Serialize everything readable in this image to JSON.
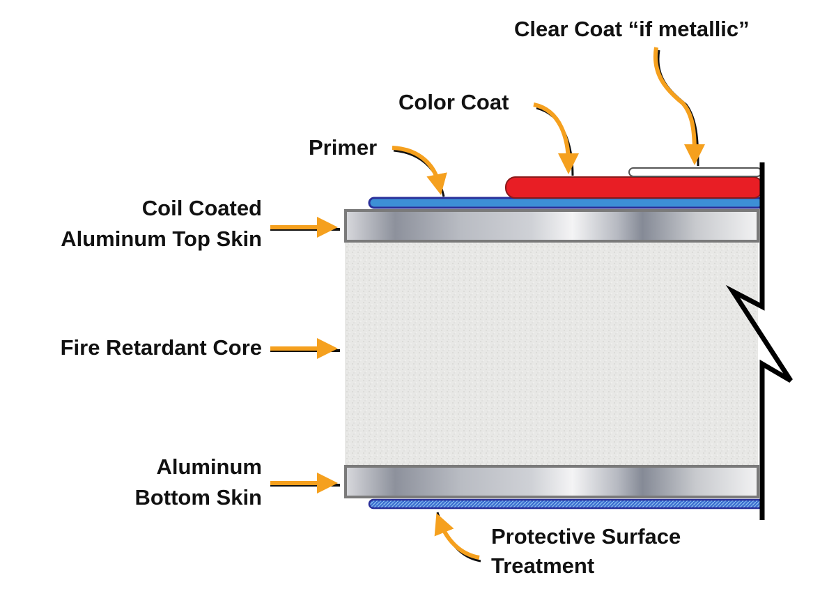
{
  "title": "Aluminum composite panel layers",
  "labels": {
    "clear_coat": "Clear Coat “if metallic”",
    "color_coat": "Color Coat",
    "primer": "Primer",
    "top_skin_line1": "Coil Coated",
    "top_skin_line2": "Aluminum Top Skin",
    "core": "Fire Retardant Core",
    "bottom_skin_line1": "Aluminum",
    "bottom_skin_line2": "Bottom Skin",
    "protective_line1": "Protective Surface",
    "protective_line2": "Treatment"
  },
  "colors": {
    "arrow": "#f5a01e",
    "primer": "#3d8fd6",
    "primer_edge": "#2a2f9a",
    "color_coat": "#e81e25",
    "color_coat_edge": "#8a1a1a",
    "core": "#e9e9e7",
    "skin_edge": "#7a7a7a"
  }
}
